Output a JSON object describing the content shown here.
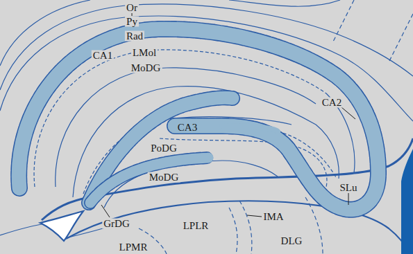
{
  "diagram": {
    "labels": [
      "Or",
      "Py",
      "Rad",
      "CA1",
      "LMol",
      "MoDG",
      "CA2",
      "CA3",
      "PoDG",
      "MoDG",
      "SLu",
      "IMA",
      "GrDG",
      "LPLR",
      "DLG",
      "LPMR"
    ]
  }
}
